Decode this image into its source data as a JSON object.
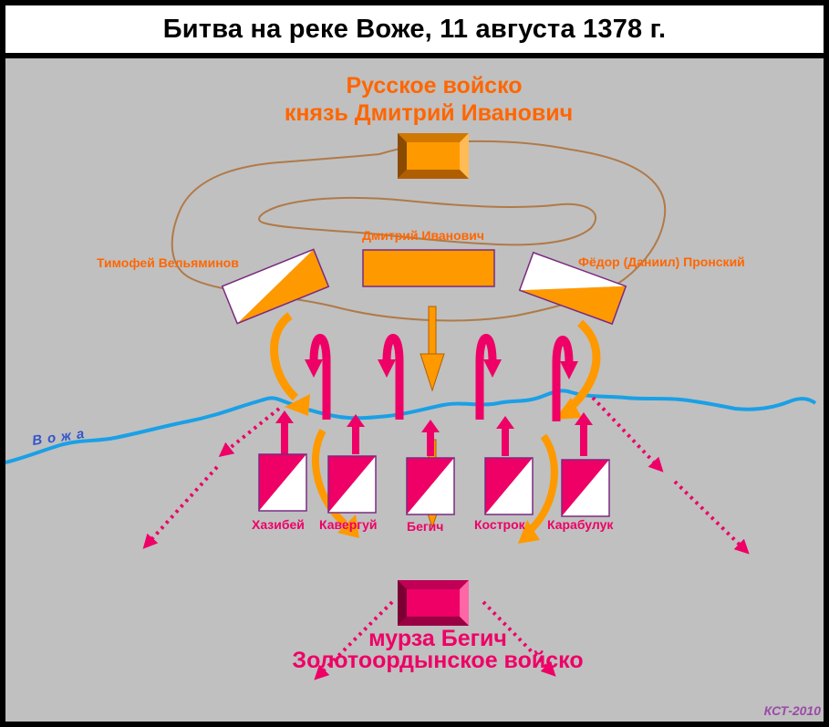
{
  "title": "Битва на реке Воже, 11 августа 1378 г.",
  "russian_army": {
    "line1": "Русское войско",
    "line2": "князь Дмитрий Иванович"
  },
  "russian_units": {
    "left": "Тимофей Вельяминов",
    "center": "Дмитрий Иванович",
    "right": "Фёдор (Даниил) Пронский"
  },
  "river_label": "Вожа",
  "horde_units": [
    "Хазибей",
    "Кавергуй",
    "Бегич",
    "Кострок",
    "Карабулук"
  ],
  "horde_army": {
    "line1": "мурза Бегич",
    "line2": "Золотоордынское войско"
  },
  "credit": "КСТ-2010",
  "colors": {
    "russian": "#ff9900",
    "russian_dark": "#b05f00",
    "horde": "#ee0066",
    "horde_dark": "#7a0033",
    "river": "#1aa0e6",
    "terrain_outline": "#b07a48",
    "label_orange": "#ff6600",
    "unit_outline": "#7a2a80",
    "credit": "#9b4aa8"
  }
}
